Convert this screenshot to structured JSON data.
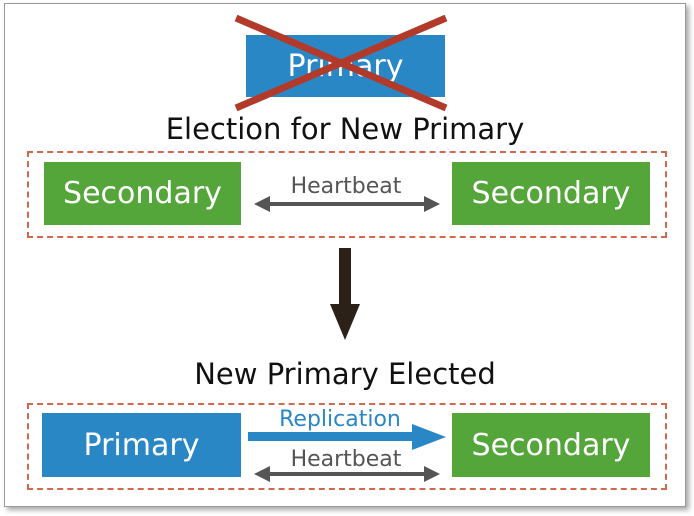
{
  "colors": {
    "primary_blue": "#2a87c6",
    "secondary_green": "#54a53a",
    "cross_red": "#b23a2a",
    "group_border": "#d2694f",
    "heartbeat_gray": "#555555",
    "replication_blue": "#2a87c6",
    "down_arrow": "#2b2118"
  },
  "failed_primary": {
    "label": "Primary",
    "state": "crossed-out"
  },
  "election": {
    "title": "Election for New Primary",
    "left_node": "Secondary",
    "right_node": "Secondary",
    "link_label": "Heartbeat"
  },
  "elected": {
    "title": "New Primary Elected",
    "left_node": "Primary",
    "right_node": "Secondary",
    "replication_label": "Replication",
    "heartbeat_label": "Heartbeat"
  }
}
